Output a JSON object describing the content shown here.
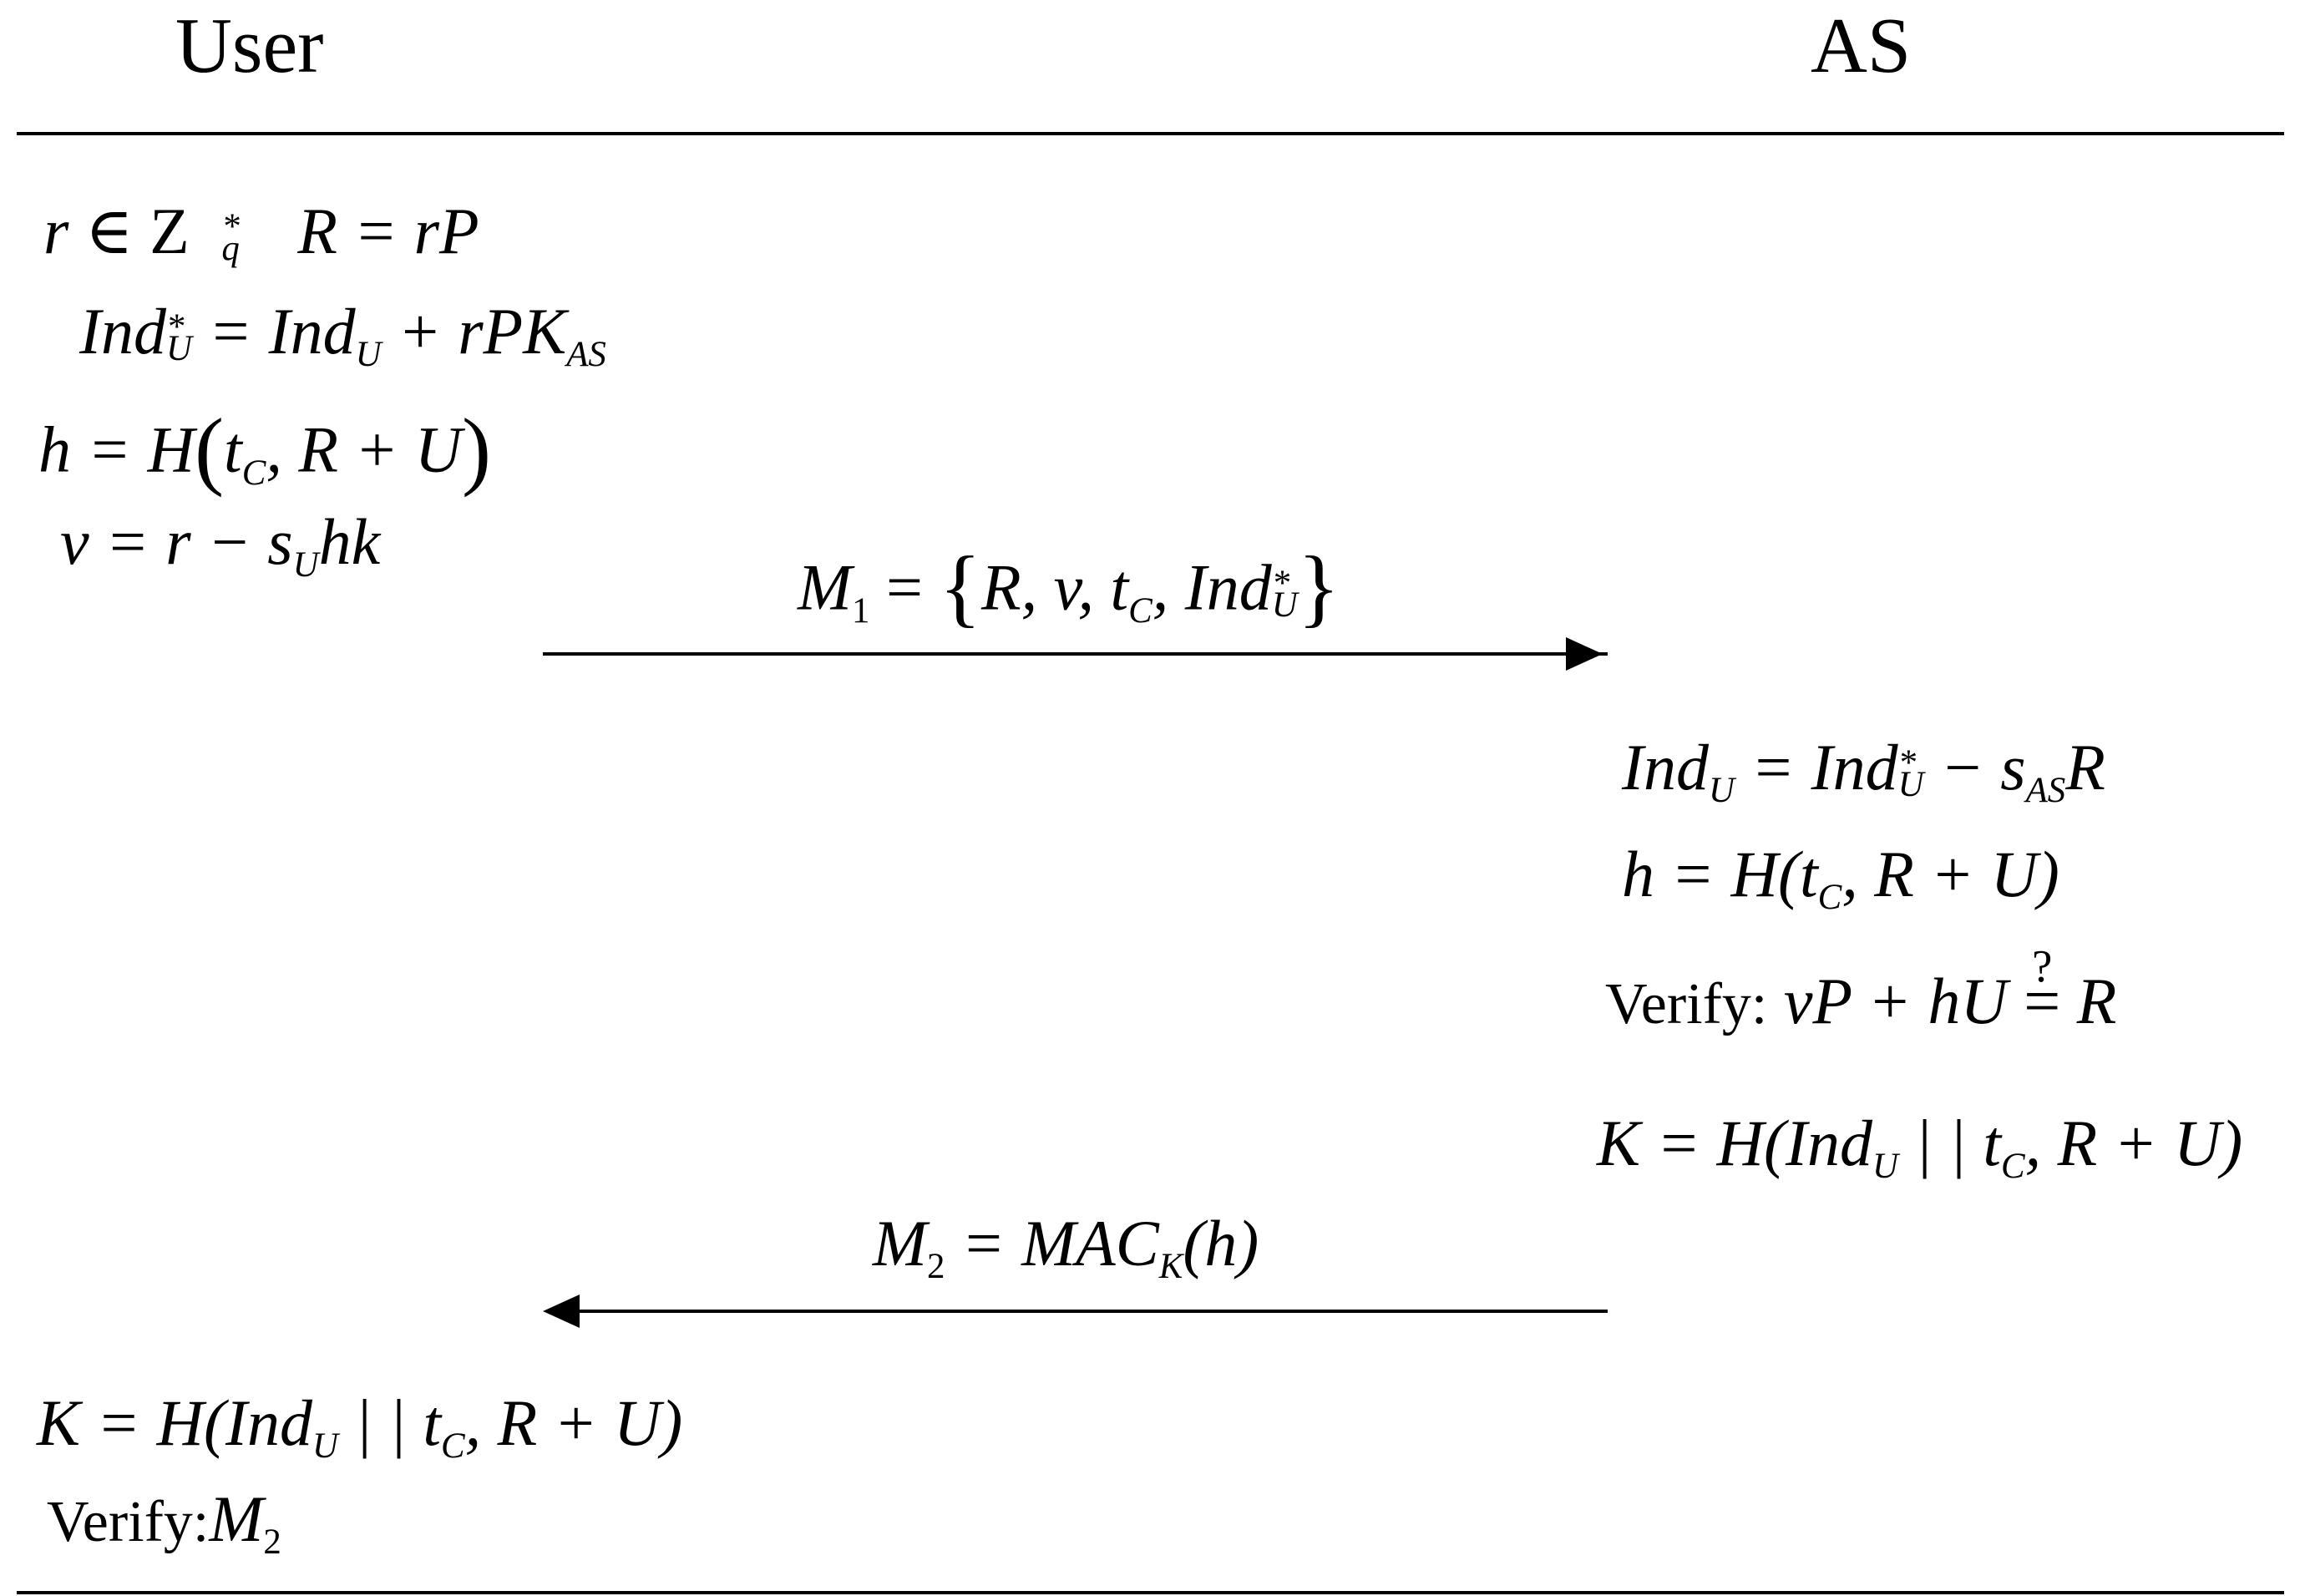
{
  "header": {
    "user_label": "User",
    "as_label": "AS"
  },
  "user_steps": {
    "r": "r",
    "in_zq": "∈ Z",
    "star": "*",
    "q": "q",
    "r_eq": "R = rP",
    "ind_lhs": "Ind",
    "ind_sub_u": "U",
    "ind_star": "*",
    "ind_eq": " = Ind",
    "ind_sub_u2": "U",
    "ind_plus": " + rPK",
    "ind_sub_as": "AS",
    "h_lhs": "h = H",
    "h_t": "t",
    "h_sub_c": "C",
    "h_rest": ", R + U",
    "v_lhs": "v = r − s",
    "v_sub_u": "U",
    "v_rest": "hk"
  },
  "message1": {
    "lhs": "M",
    "sub": "1",
    "eq": " = ",
    "content": "R, v, t",
    "sub_c": "C",
    "ind": ", Ind",
    "sub_u": "U",
    "star": "*"
  },
  "as_steps": {
    "ind_lhs": "Ind",
    "ind_sub_u": "U",
    "ind_eq": " = Ind",
    "ind_star": "*",
    "ind_sub_u2": "U",
    "ind_minus": " − s",
    "ind_sub_as": "AS",
    "ind_r": "R",
    "h_lhs": "h = H(t",
    "h_sub_c": "C",
    "h_rest": ", R + U)",
    "verify_label": "Verify:",
    "verify_lhs": "vP + hU",
    "verify_q": "?",
    "verify_eq": "=",
    "verify_rhs": "R",
    "k_lhs": "K = H(Ind",
    "k_sub_u": "U",
    "k_mid": " | | t",
    "k_sub_c": "C",
    "k_rest": ", R + U)"
  },
  "message2": {
    "lhs": "M",
    "sub": "2",
    "eq": " = MAC",
    "sub_k": "K",
    "rest": "(h)"
  },
  "user_final": {
    "k_lhs": "K = H(Ind",
    "k_sub_u": "U",
    "k_mid": " | | t",
    "k_sub_c": "C",
    "k_rest": ", R + U)",
    "verify_label": "Verify:",
    "verify_m": "M",
    "verify_sub": "2"
  }
}
